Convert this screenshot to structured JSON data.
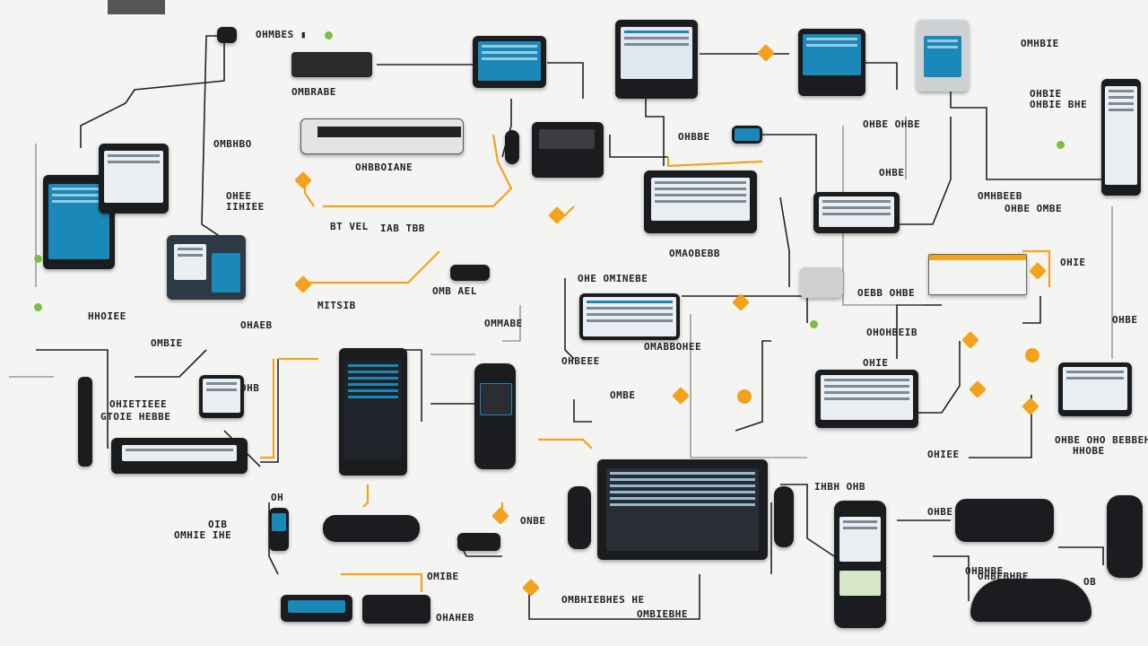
{
  "labels": {
    "top_left_1": "OHMBES ▮",
    "top_left_2": "OMBRABE",
    "left_mid_1": "OMBHBO",
    "left_mid_2": "OHBBOIANE",
    "left_card_1": "OHEE",
    "left_card_2": "IIHIEE",
    "center_left_1": "BT VEL",
    "center_left_2": "IAB TBB",
    "center_left_3": "MITSIB",
    "center_left_4": "OMB AEL",
    "left_col_1": "HHOIEE",
    "left_col_2": "OHAEB",
    "left_col_3": "OMBIE",
    "left_bottom_1": "OHIETIEEE",
    "left_bottom_2": "GTOIE HEBBE",
    "left_small_1": "OHB",
    "left_small_2": "OIB",
    "left_small_3": "OMHIE IHE",
    "left_tiny": "OH",
    "center_1": "OHBBE",
    "center_2": "OMAOBEBB",
    "center_3": "OHE OMINEBE",
    "center_4": "OMMABE",
    "center_5": "OMABBOHEE",
    "center_6": "OHBEEE",
    "center_7": "OMBE",
    "center_8": "ONBE",
    "center_9": "OMIBE",
    "center_10": "OHAHEB",
    "center_bottom": "OMBHIEBHES HE",
    "center_bottom_2": "OMBIEBHE",
    "right_1": "OMHBIE",
    "right_2": "OHBIE",
    "right_3": "OHBIE BHE",
    "right_4": "OHBE OHBE",
    "right_5": "OHBE",
    "right_6": "OMHBEEB",
    "right_7": "OHBE OMBE",
    "right_8": "OHIE",
    "right_9": "OEBB OHBE",
    "right_10": "OHOHBEIB",
    "right_11": "OHBE OHO BEBBEH",
    "right_12": "OHIE",
    "right_13": "OHBE",
    "right_14": "HHOBE",
    "right_15": "OHIEE",
    "right_16": "OHBHBE",
    "right_17": "IHBH OHB",
    "right_18": "OHBE",
    "right_19": "OHBEBHBE",
    "right_20": "OB"
  },
  "colors": {
    "accent": "#f2a31b",
    "screen": "#1a88b8",
    "device": "#1b1c1f",
    "line": "#222222",
    "node": "#7cbd4a"
  }
}
